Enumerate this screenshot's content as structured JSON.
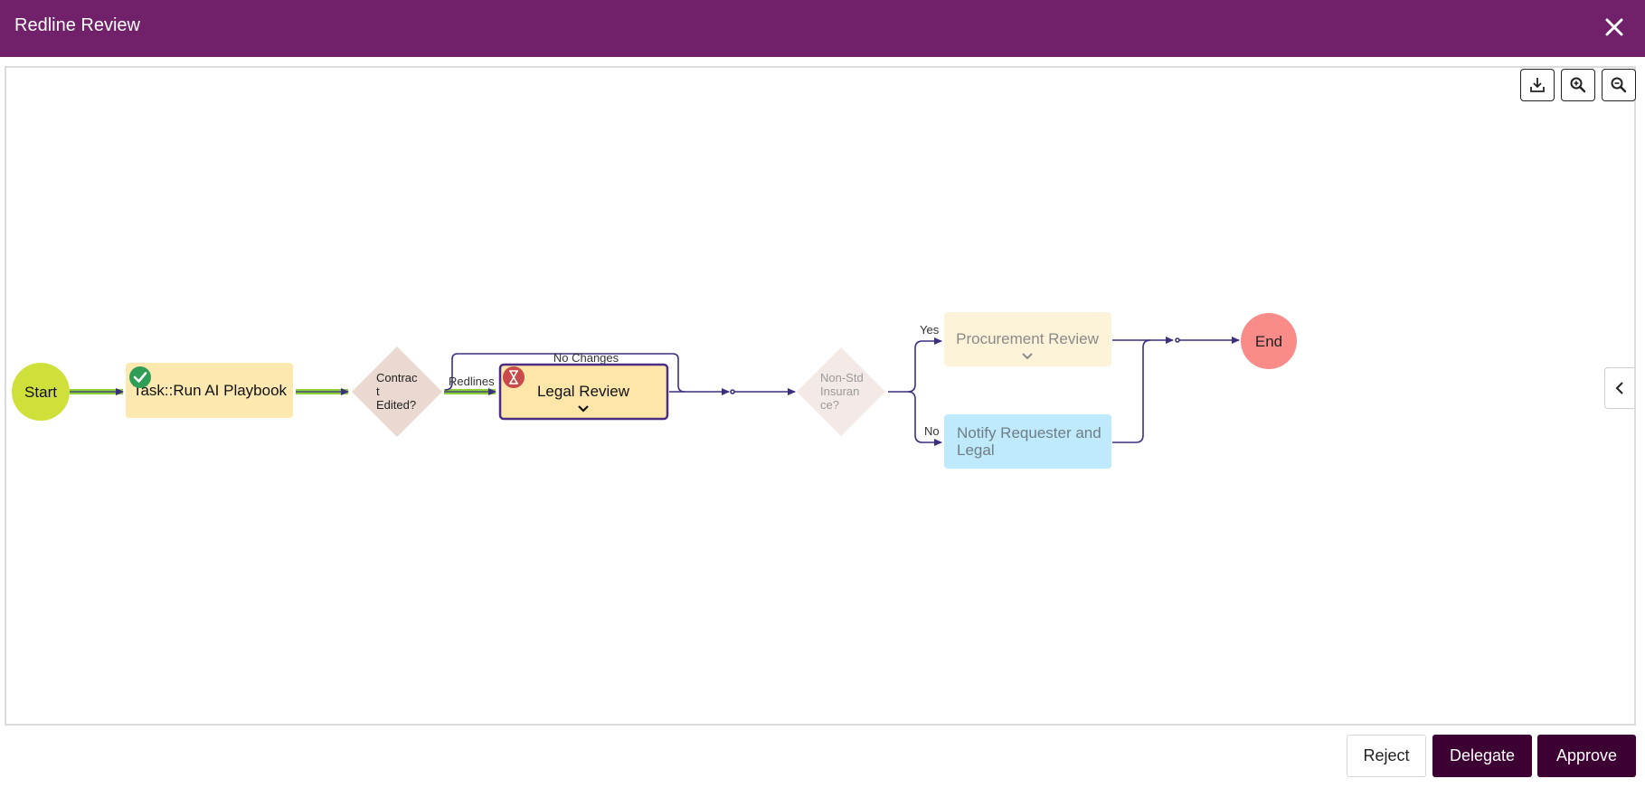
{
  "header": {
    "title": "Redline Review"
  },
  "toolbar": {
    "download_icon": "download-icon",
    "zoom_in_icon": "zoom-in-icon",
    "zoom_out_icon": "zoom-out-icon",
    "collapse_icon": "chevron-left-icon"
  },
  "diagram": {
    "nodes": {
      "start": "Start",
      "task_playbook": "Task::Run AI Playbook",
      "decision_edited": [
        "Contrac",
        "t",
        "Edited?"
      ],
      "legal_review": "Legal Review",
      "decision_insurance": [
        "Non-Std",
        "Insuran",
        "ce?"
      ],
      "procurement_review": "Procurement Review",
      "notify": [
        "Notify Requester and",
        "Legal"
      ],
      "end": "End"
    },
    "edges": {
      "no_changes": "No Changes",
      "redlines": "Redlines",
      "yes": "Yes",
      "no": "No"
    },
    "colors": {
      "header": "#70216a",
      "start": "#cfe03a",
      "task": "#fde9b0",
      "decision_edited": "#ead9d0",
      "legal_review": "#fde6a8",
      "legal_border": "#4b2e83",
      "decision_insurance": "#f3e9e6",
      "procurement": "#fdf3d9",
      "notify": "#bfeafc",
      "end": "#f98b89",
      "flow_done": "#8bcf3a",
      "flow": "#3d2f80"
    }
  },
  "actions": {
    "reject": "Reject",
    "delegate": "Delegate",
    "approve": "Approve"
  }
}
